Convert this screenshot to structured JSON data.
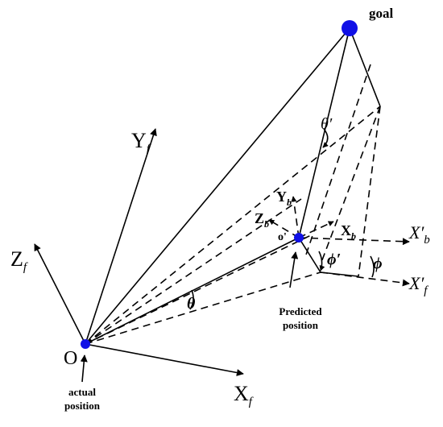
{
  "labels": {
    "goal": "goal",
    "origin": "O",
    "predicted_origin": "o'",
    "actual_position": [
      "actual",
      "position"
    ],
    "predicted_position": [
      "Predicted",
      "position"
    ],
    "Xf": {
      "base": "X",
      "sub": "f"
    },
    "Yf": {
      "base": "Y",
      "sub": "f"
    },
    "Zf": {
      "base": "Z",
      "sub": "f"
    },
    "Xb": {
      "base": "X",
      "sub": "b"
    },
    "Yb": {
      "base": "Y",
      "sub": "b"
    },
    "Zb": {
      "base": "Z",
      "sub": "b"
    },
    "Xb_prime": {
      "base": "X′",
      "sub": "b"
    },
    "Xf_prime": {
      "base": "X′",
      "sub": "f"
    },
    "theta": "θ",
    "theta_prime": "θ′",
    "phi": "ϕ",
    "phi_prime": "ϕ′"
  },
  "colors": {
    "point": "#1010e6",
    "line": "#000000"
  }
}
